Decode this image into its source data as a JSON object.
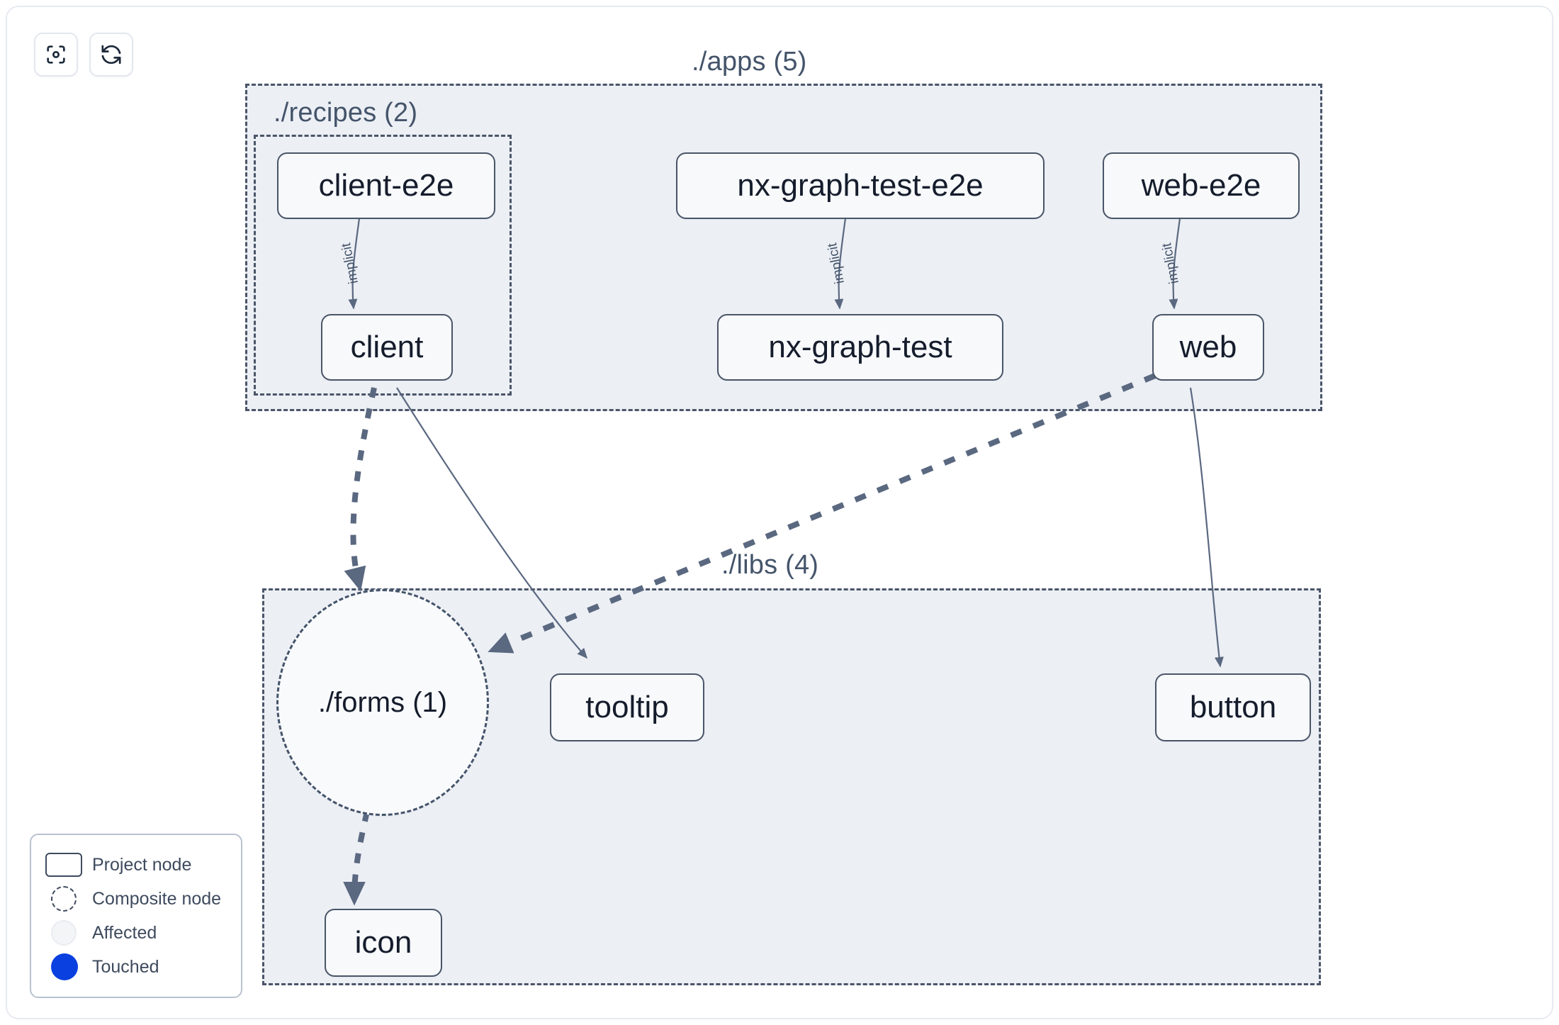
{
  "toolbar": {
    "buttons": [
      {
        "name": "focus-graph-button",
        "icon": "focus-target-icon",
        "label": ""
      },
      {
        "name": "refresh-graph-button",
        "icon": "refresh-icon",
        "label": ""
      }
    ]
  },
  "graph": {
    "groups": [
      {
        "id": "apps",
        "label": "./apps (5)",
        "count": 5
      },
      {
        "id": "recipes",
        "label": "./recipes (2)",
        "count": 2
      },
      {
        "id": "libs",
        "label": "./libs (4)",
        "count": 4
      }
    ],
    "nodes": [
      {
        "id": "client-e2e",
        "label": "client-e2e",
        "type": "project",
        "group": "recipes"
      },
      {
        "id": "client",
        "label": "client",
        "type": "project",
        "group": "recipes"
      },
      {
        "id": "nx-graph-test-e2e",
        "label": "nx-graph-test-e2e",
        "type": "project",
        "group": "apps"
      },
      {
        "id": "nx-graph-test",
        "label": "nx-graph-test",
        "type": "project",
        "group": "apps"
      },
      {
        "id": "web-e2e",
        "label": "web-e2e",
        "type": "project",
        "group": "apps"
      },
      {
        "id": "web",
        "label": "web",
        "type": "project",
        "group": "apps"
      },
      {
        "id": "forms",
        "label": "./forms (1)",
        "type": "composite",
        "group": "libs"
      },
      {
        "id": "tooltip",
        "label": "tooltip",
        "type": "project",
        "group": "libs"
      },
      {
        "id": "button",
        "label": "button",
        "type": "project",
        "group": "libs"
      },
      {
        "id": "icon",
        "label": "icon",
        "type": "project",
        "group": "libs"
      }
    ],
    "edges": [
      {
        "from": "client-e2e",
        "to": "client",
        "label": "implicit",
        "style": "solid"
      },
      {
        "from": "nx-graph-test-e2e",
        "to": "nx-graph-test",
        "label": "implicit",
        "style": "solid"
      },
      {
        "from": "web-e2e",
        "to": "web",
        "label": "implicit",
        "style": "solid"
      },
      {
        "from": "client",
        "to": "forms",
        "label": "",
        "style": "dashed"
      },
      {
        "from": "client",
        "to": "tooltip",
        "label": "",
        "style": "solid"
      },
      {
        "from": "web",
        "to": "forms",
        "label": "",
        "style": "dashed"
      },
      {
        "from": "web",
        "to": "button",
        "label": "",
        "style": "solid"
      },
      {
        "from": "forms",
        "to": "icon",
        "label": "",
        "style": "dashed"
      }
    ]
  },
  "legend": {
    "items": [
      {
        "swatch": "project-node-swatch",
        "label": "Project node"
      },
      {
        "swatch": "composite-node-swatch",
        "label": "Composite node"
      },
      {
        "swatch": "affected-swatch",
        "label": "Affected"
      },
      {
        "swatch": "touched-swatch",
        "label": "Touched"
      }
    ]
  },
  "colors": {
    "group_fill": "#eceff4",
    "group_border": "#4a5568",
    "node_fill": "#f7f9fb",
    "node_border": "#4a5568",
    "node_text": "#151c2c",
    "edge": "#5a6880",
    "touched": "#0a40e0",
    "card_border": "#e7eaf0"
  }
}
